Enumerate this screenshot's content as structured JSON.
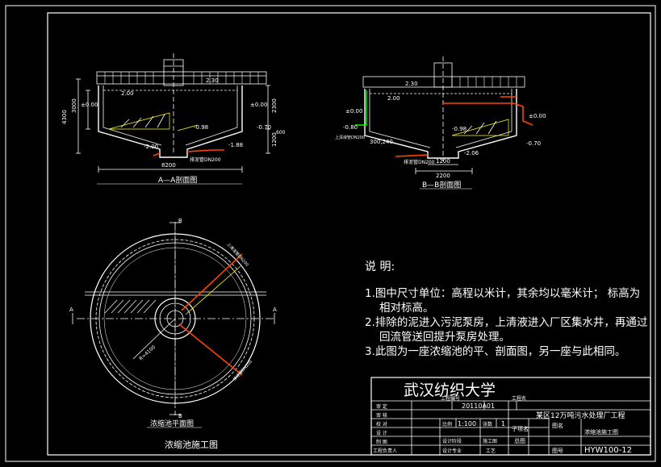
{
  "section_aa": {
    "title": "A—A剖面图",
    "top_elev": "2.30",
    "water_elev": "2.00",
    "inner_elev": "±0.00",
    "outer_elev": "±0.00",
    "ground_elev": "-0.70",
    "cone_elev": "-0.98",
    "bottom_elev": "-1.88",
    "pit_elev": "-2.00",
    "pipe_label": "排泥管DN200",
    "dim_height_total": "4300",
    "dim_height_upper": "3000",
    "dim_right_upper": "2300",
    "dim_right_lower": "1200",
    "dim_right_small": "600",
    "dim_width": "8200"
  },
  "section_bb": {
    "title": "B—B剖面图",
    "top_elev": "2.30",
    "water_elev": "2.00",
    "left_elev": "±0.00",
    "left_ground": "-0.80",
    "right_elev": "±0.00",
    "right_ground": "-0.70",
    "cone_elev": "-0.98",
    "pit_elev": "-2.06",
    "pipe_left": "排泥管DN200",
    "pipe_right": "上清液管DN200",
    "dim_wall": "300,240",
    "dim_pit": "1200",
    "dim_bottom": "2200"
  },
  "plan": {
    "title": "浓缩池平面图",
    "label_a_left": "A",
    "label_a_right": "A",
    "label_b_top": "B",
    "label_b_bottom": "B",
    "radius_label": "R=4100",
    "pipe_label_1": "上清液管DN200",
    "pipe_label_2": "排泥管DN200"
  },
  "drawing_title": "浓缩池施工图",
  "notes": {
    "heading": "说  明:",
    "line1": "1.图中尺寸单位：高程以米计，其余均以毫米计；  标高为",
    "line1b": "相对标高。",
    "line2": "2.排除的泥进入污泥泵房，上清液进入厂区集水井，再通过",
    "line2b": "回流管送回提升泵房处理。",
    "line3": "3.此图为一座浓缩池的平、剖面图，另一座与此相同。"
  },
  "title_block": {
    "university": "武汉纺织大学",
    "proj_no_label": "工程编号",
    "proj_no": "20110A01",
    "proj_name_label": "工程名",
    "proj_name": "某区12万吨污水处理厂工程",
    "row_review": "审  定",
    "row_check": "审  核",
    "row_proof": "校  对",
    "row_design": "设  计",
    "row_draw": "制  图",
    "row_lead": "工程负责人",
    "ratio_label": "比例",
    "ratio": "1:100",
    "sheets_label": "张数",
    "sheets": "1",
    "stage_label": "设计阶段",
    "stage": "施工图",
    "design_unit_label": "设计专业",
    "major": "工艺",
    "subproject_label": "子项名",
    "subproject": "总图",
    "drawing_name_label": "图名",
    "drawing_name": "浓缩池施工图",
    "drawing_no_label": "图号",
    "drawing_no": "HYW100-12"
  }
}
